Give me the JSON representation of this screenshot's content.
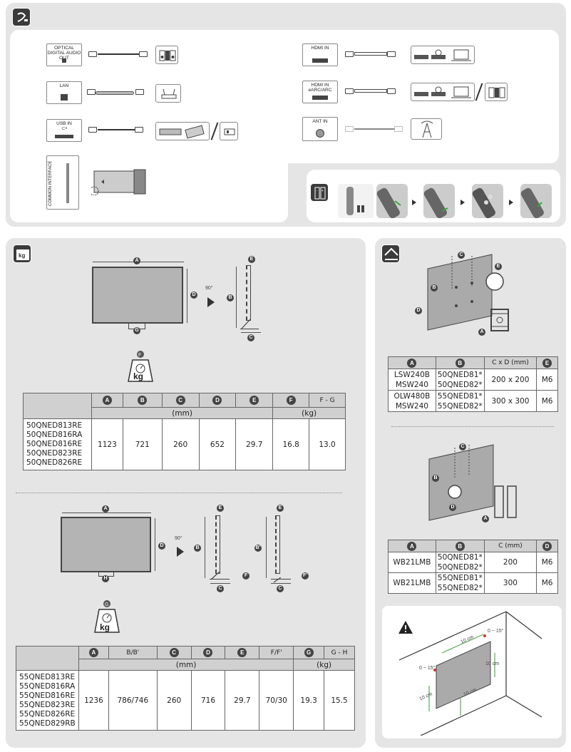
{
  "connections": {
    "left": [
      {
        "port": "OPTICAL DIGITAL AUDIO OUT"
      },
      {
        "port": "LAN"
      },
      {
        "port": "USB IN"
      },
      {
        "port": "COMMON INTERFACE"
      }
    ],
    "right": [
      {
        "port": "HDMI IN"
      },
      {
        "port": "HDMI IN eARC/ARC"
      },
      {
        "port": "ANT IN"
      }
    ],
    "usb_symbol": "⊂•"
  },
  "dimensions": {
    "tv1": {
      "labels": [
        "A",
        "B",
        "C",
        "D",
        "E",
        "F",
        "G"
      ],
      "rotate": "90°",
      "weight_unit": "kg",
      "table": {
        "header_letters": [
          "A",
          "B",
          "C",
          "D",
          "E",
          "F",
          "F - G"
        ],
        "unit_mm": "(mm)",
        "unit_kg": "(kg)",
        "models": [
          "50QNED813RE",
          "50QNED816RA",
          "50QNED816RE",
          "50QNED823RE",
          "50QNED826RE"
        ],
        "values": [
          "1123",
          "721",
          "260",
          "652",
          "29.7",
          "16.8",
          "13.0"
        ]
      }
    },
    "tv2": {
      "rotate": "90°",
      "weight_unit": "kg",
      "table": {
        "header_letters": [
          "A",
          "B/B'",
          "C",
          "D",
          "E",
          "F/F'",
          "G",
          "G - H"
        ],
        "unit_mm": "(mm)",
        "unit_kg": "(kg)",
        "models": [
          "55QNED813RE",
          "55QNED816RA",
          "55QNED816RE",
          "55QNED823RE",
          "55QNED826RE",
          "55QNED829RB"
        ],
        "values": [
          "1236",
          "786/746",
          "260",
          "716",
          "29.7",
          "70/30",
          "19.3",
          "15.5"
        ]
      }
    }
  },
  "wall_mount": {
    "table1": {
      "headers": [
        "A",
        "B",
        "C x D (mm)",
        "E"
      ],
      "rows": [
        {
          "a": [
            "LSW240B",
            "MSW240"
          ],
          "b": [
            "50QNED81*",
            "50QNED82*"
          ],
          "cd": "200 x 200",
          "e": "M6"
        },
        {
          "a": [
            "OLW480B",
            "MSW240"
          ],
          "b": [
            "55QNED81*",
            "55QNED82*"
          ],
          "cd": "300 x 300",
          "e": "M6"
        }
      ]
    },
    "table2": {
      "headers": [
        "A",
        "B",
        "C (mm)",
        "D"
      ],
      "rows": [
        {
          "a": "WB21LMB",
          "b": [
            "50QNED81*",
            "50QNED82*"
          ],
          "c": "200",
          "d": "M6"
        },
        {
          "a": "WB21LMB",
          "b": [
            "55QNED81*",
            "55QNED82*"
          ],
          "c": "300",
          "d": "M6"
        }
      ]
    },
    "clearance": {
      "warning_icon": "warning-triangle-icon",
      "labels": [
        "10 cm",
        "10 cm",
        "10 cm",
        "10 cm"
      ],
      "angle": "0 ~ 15°"
    }
  }
}
